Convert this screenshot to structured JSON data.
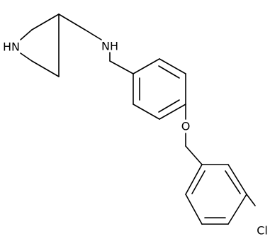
{
  "atoms": {
    "piperidine_n": "HN",
    "amine_n": "NH",
    "ether_o": "O",
    "chlorine": "Cl"
  },
  "colors": {
    "bond": "#000000",
    "background": "#ffffff"
  }
}
